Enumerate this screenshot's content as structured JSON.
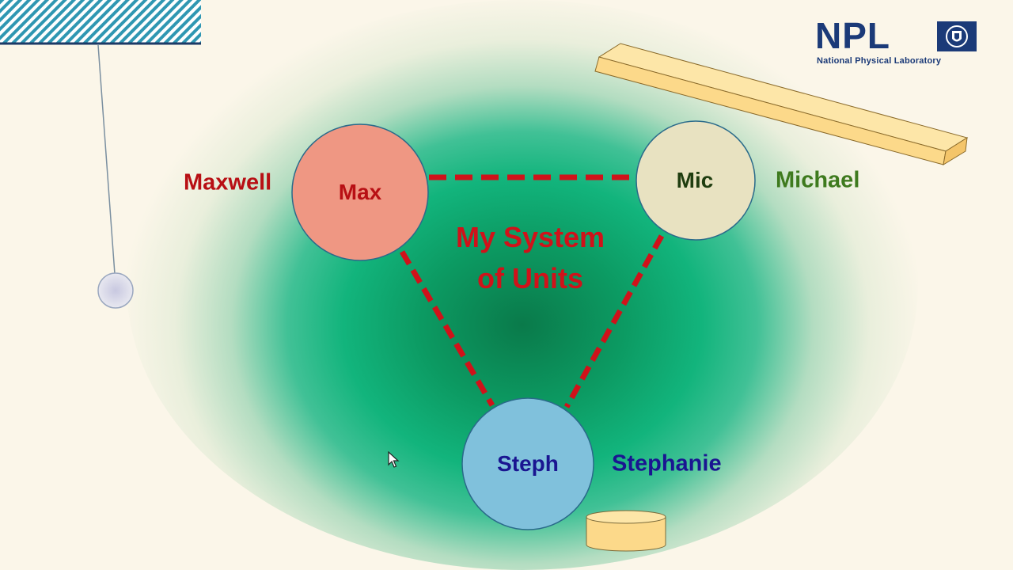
{
  "logo": {
    "wordmark": "NPL",
    "subtitle": "National Physical Laboratory",
    "color": "#1b3a78",
    "emblem_icon": "crest-emblem-icon"
  },
  "diagram": {
    "title_line1": "My System",
    "title_line2": "of Units",
    "title_color": "#d0121a",
    "connector_color": "#d0121a",
    "nodes": [
      {
        "id": "max",
        "label": "Max",
        "full_name": "Maxwell",
        "fill": "#ef9783",
        "text_color": "#b80f14"
      },
      {
        "id": "mic",
        "label": "Mic",
        "full_name": "Michael",
        "fill": "#e8e2c1",
        "text_color": "#1f3d0f",
        "name_color": "#3e7a1e"
      },
      {
        "id": "steph",
        "label": "Steph",
        "full_name": "Stephanie",
        "fill": "#80c1dc",
        "text_color": "#1a1591"
      }
    ],
    "edges": [
      [
        "max",
        "mic"
      ],
      [
        "max",
        "steph"
      ],
      [
        "mic",
        "steph"
      ]
    ]
  },
  "decorations": {
    "pendulum_icon": "pendulum-icon",
    "bar_icon": "metre-bar-icon",
    "cylinder_icon": "kilogram-cylinder-icon",
    "cursor_icon": "mouse-pointer-icon",
    "bar_color": "#fcd98a",
    "hatch_color": "#2f97b2"
  }
}
